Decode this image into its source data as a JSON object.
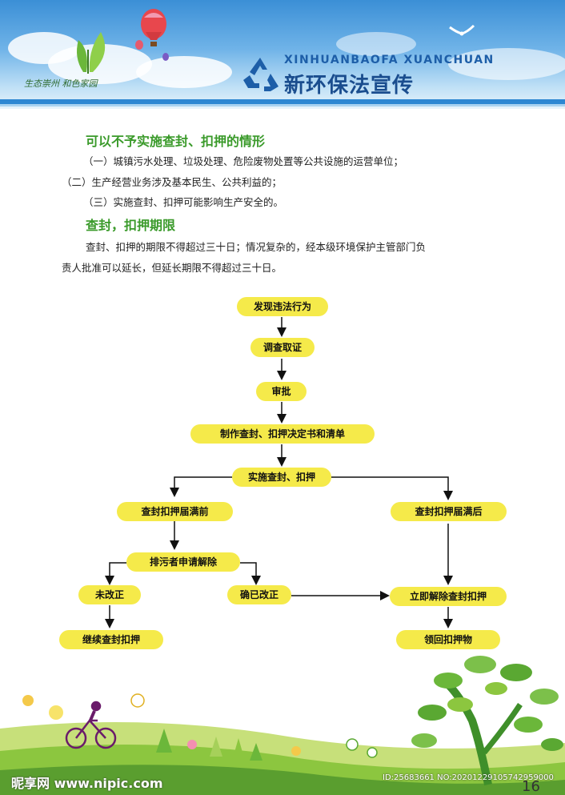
{
  "header": {
    "logo_text": "生态崇州  和色家园",
    "title_en": "XINHUANBAOFA XUANCHUAN",
    "title_cn": "新环保法宣传"
  },
  "section1": {
    "heading": "可以不予实施查封、扣押的情形",
    "items": [
      "（一）城镇污水处理、垃圾处理、危险废物处置等公共设施的运营单位；",
      "（二）生产经营业务涉及基本民生、公共利益的；",
      "（三）实施查封、扣押可能影响生产安全的。"
    ]
  },
  "section2": {
    "heading": "查封，扣押期限",
    "lines": [
      "查封、扣押的期限不得超过三十日；情况复杂的，经本级环境保护主管部门负",
      "责人批准可以延长，但延长期限不得超过三十日。"
    ]
  },
  "flowchart": {
    "step1": "发现违法行为",
    "step2": "调查取证",
    "step3": "审批",
    "step4": "制作查封、扣押决定书和清单",
    "step5": "实施查封、扣押",
    "before_expiry": "查封扣押届满前",
    "after_expiry": "查封扣押届满后",
    "apply_release": "排污者申请解除",
    "not_corrected": "未改正",
    "corrected": "确已改正",
    "continue_seal": "继续查封扣押",
    "release_now": "立即解除查封扣押",
    "retrieve": "领回扣押物"
  },
  "footer": {
    "watermark": "昵享网 www.nipic.com",
    "image_id": "ID:25683661 NO:20201229105742959000",
    "page_number": "16"
  },
  "colors": {
    "heading_green": "#3a9a2a",
    "box_yellow": "#f5ea4a",
    "header_blue": "#2d87d2"
  }
}
